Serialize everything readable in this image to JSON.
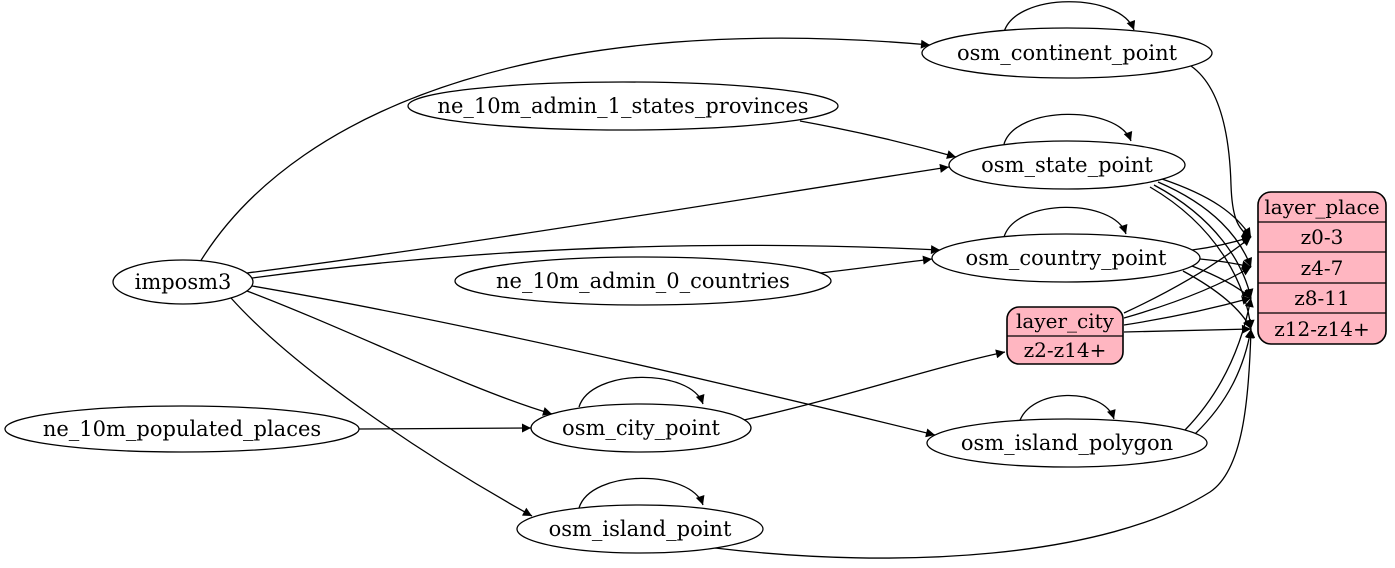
{
  "diagram": {
    "type": "etl-graph",
    "background": "#ffffff",
    "colors": {
      "node_fill": "#ffffff",
      "node_stroke": "#000000",
      "edge": "#000000",
      "record_fill": "#ffb6c1",
      "text": "#000000"
    },
    "nodes": {
      "imposm3": "imposm3",
      "ne_10m_admin_1_states_provinces": "ne_10m_admin_1_states_provinces",
      "ne_10m_admin_0_countries": "ne_10m_admin_0_countries",
      "ne_10m_populated_places": "ne_10m_populated_places",
      "osm_continent_point": "osm_continent_point",
      "osm_state_point": "osm_state_point",
      "osm_country_point": "osm_country_point",
      "osm_city_point": "osm_city_point",
      "osm_island_polygon": "osm_island_polygon",
      "osm_island_point": "osm_island_point"
    },
    "records": {
      "layer_city": {
        "title": "layer_city",
        "rows": [
          "z2-z14+"
        ]
      },
      "layer_place": {
        "title": "layer_place",
        "rows": [
          "z0-3",
          "z4-7",
          "z8-11",
          "z12-z14+"
        ]
      }
    },
    "edges": [
      {
        "from": "imposm3",
        "to": "osm_continent_point"
      },
      {
        "from": "imposm3",
        "to": "osm_state_point"
      },
      {
        "from": "imposm3",
        "to": "osm_country_point"
      },
      {
        "from": "imposm3",
        "to": "osm_city_point"
      },
      {
        "from": "imposm3",
        "to": "osm_island_polygon"
      },
      {
        "from": "imposm3",
        "to": "osm_island_point"
      },
      {
        "from": "ne_10m_admin_1_states_provinces",
        "to": "osm_state_point"
      },
      {
        "from": "ne_10m_admin_0_countries",
        "to": "osm_country_point"
      },
      {
        "from": "ne_10m_populated_places",
        "to": "osm_city_point"
      },
      {
        "from": "osm_continent_point",
        "to": "osm_continent_point",
        "self": true
      },
      {
        "from": "osm_state_point",
        "to": "osm_state_point",
        "self": true
      },
      {
        "from": "osm_country_point",
        "to": "osm_country_point",
        "self": true
      },
      {
        "from": "osm_city_point",
        "to": "osm_city_point",
        "self": true
      },
      {
        "from": "osm_island_polygon",
        "to": "osm_island_polygon",
        "self": true
      },
      {
        "from": "osm_island_point",
        "to": "osm_island_point",
        "self": true
      },
      {
        "from": "osm_city_point",
        "to": "layer_city",
        "port": "z2-z14+"
      },
      {
        "from": "osm_continent_point",
        "to": "layer_place",
        "port": "z0-3"
      },
      {
        "from": "osm_state_point",
        "to": "layer_place",
        "port": "z0-3"
      },
      {
        "from": "osm_country_point",
        "to": "layer_place",
        "port": "z0-3"
      },
      {
        "from": "layer_city",
        "to": "layer_place",
        "port": "z0-3"
      },
      {
        "from": "osm_state_point",
        "to": "layer_place",
        "port": "z4-7"
      },
      {
        "from": "osm_country_point",
        "to": "layer_place",
        "port": "z4-7"
      },
      {
        "from": "layer_city",
        "to": "layer_place",
        "port": "z4-7"
      },
      {
        "from": "osm_state_point",
        "to": "layer_place",
        "port": "z8-11"
      },
      {
        "from": "osm_country_point",
        "to": "layer_place",
        "port": "z8-11"
      },
      {
        "from": "layer_city",
        "to": "layer_place",
        "port": "z8-11"
      },
      {
        "from": "osm_island_polygon",
        "to": "layer_place",
        "port": "z8-11"
      },
      {
        "from": "osm_state_point",
        "to": "layer_place",
        "port": "z12-z14+"
      },
      {
        "from": "osm_country_point",
        "to": "layer_place",
        "port": "z12-z14+"
      },
      {
        "from": "layer_city",
        "to": "layer_place",
        "port": "z12-z14+"
      },
      {
        "from": "osm_island_polygon",
        "to": "layer_place",
        "port": "z12-z14+"
      },
      {
        "from": "osm_island_point",
        "to": "layer_place",
        "port": "z12-z14+"
      }
    ]
  }
}
